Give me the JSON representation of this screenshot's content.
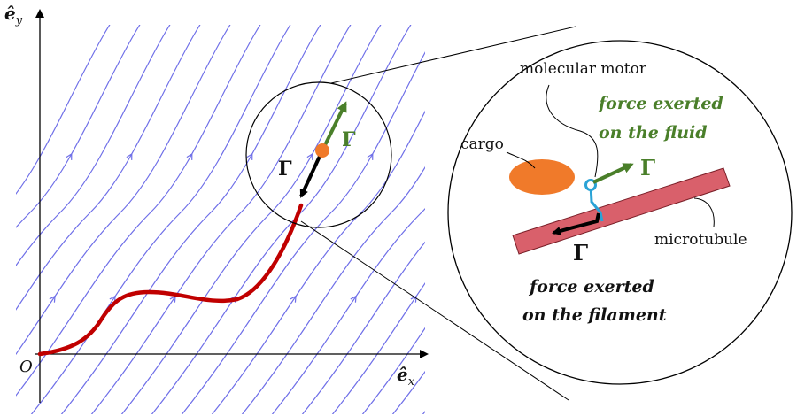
{
  "axes": {
    "x_label_main": "ê",
    "x_label_sub": "x",
    "y_label_main": "ê",
    "y_label_sub": "y",
    "origin_label": "O"
  },
  "force_symbol": "Γ",
  "labels": {
    "molecular_motor": "molecular motor",
    "force_on_fluid_line1": "force exerted",
    "force_on_fluid_line2": "on the fluid",
    "cargo": "cargo",
    "microtubule": "microtubule",
    "force_on_filament_line1": "force exerted",
    "force_on_filament_line2": "on the filament"
  },
  "colors": {
    "streamlines": "#6f6fe8",
    "filament": "#c00000",
    "fluid_force": "#4a7f2a",
    "filament_force": "#000000",
    "cargo": "#f07a2a",
    "microtubule": "#d9606b",
    "motor_link": "#2aa3d6"
  }
}
